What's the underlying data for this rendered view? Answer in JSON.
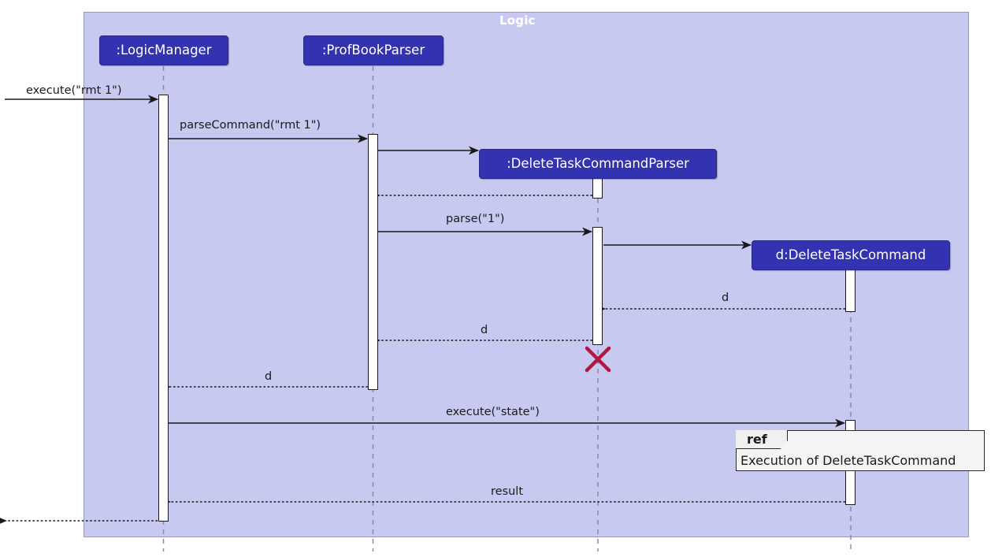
{
  "diagram": {
    "kind": "uml-sequence-diagram",
    "frame": {
      "label": "Logic"
    },
    "colors": {
      "frame_fill": "#c7c9f0",
      "frame_border": "#9a9ab0",
      "participant_fill": "#3333b2",
      "participant_text": "#ffffff",
      "lifeline": "#8a8aa5",
      "activation_fill": "#ffffff",
      "activation_border": "#1a1a1a",
      "destroy_marker": "#b01840",
      "message_text": "#1a1a1a",
      "ref_fill": "#f4f4f4",
      "page_background": "#ffffff"
    },
    "participants": [
      {
        "id": "logicmanager",
        "label": ":LogicManager"
      },
      {
        "id": "profbookparser",
        "label": ":ProfBookParser"
      },
      {
        "id": "deletetaskcommandparser",
        "label": ":DeleteTaskCommandParser"
      },
      {
        "id": "deletetaskcommand",
        "label": "d:DeleteTaskCommand"
      }
    ],
    "messages": [
      {
        "id": "m1",
        "label": "execute(\"rmt 1\")",
        "kind": "call",
        "from": "actor",
        "to": "logicmanager"
      },
      {
        "id": "m2",
        "label": "parseCommand(\"rmt 1\")",
        "kind": "call",
        "from": "logicmanager",
        "to": "profbookparser"
      },
      {
        "id": "m3",
        "label": "",
        "kind": "create",
        "from": "profbookparser",
        "to": "deletetaskcommandparser"
      },
      {
        "id": "m4",
        "label": "",
        "kind": "return",
        "from": "deletetaskcommandparser",
        "to": "profbookparser"
      },
      {
        "id": "m5",
        "label": "parse(\"1\")",
        "kind": "call",
        "from": "profbookparser",
        "to": "deletetaskcommandparser"
      },
      {
        "id": "m6",
        "label": "",
        "kind": "create",
        "from": "deletetaskcommandparser",
        "to": "deletetaskcommand"
      },
      {
        "id": "m7",
        "label": "d",
        "kind": "return",
        "from": "deletetaskcommand",
        "to": "deletetaskcommandparser"
      },
      {
        "id": "m8",
        "label": "d",
        "kind": "return",
        "from": "deletetaskcommandparser",
        "to": "profbookparser"
      },
      {
        "id": "m9",
        "label": "d",
        "kind": "return",
        "from": "profbookparser",
        "to": "logicmanager"
      },
      {
        "id": "m10",
        "label": "execute(\"state\")",
        "kind": "call",
        "from": "logicmanager",
        "to": "deletetaskcommand"
      },
      {
        "id": "m11",
        "label": "result",
        "kind": "return",
        "from": "deletetaskcommand",
        "to": "logicmanager"
      },
      {
        "id": "m12",
        "label": "",
        "kind": "return",
        "from": "logicmanager",
        "to": "actor"
      }
    ],
    "destroy_markers": [
      {
        "id": "x1",
        "target": "deletetaskcommandparser"
      }
    ],
    "fragments": [
      {
        "id": "ref1",
        "operator": "ref",
        "body": "Execution of DeleteTaskCommand"
      }
    ]
  }
}
